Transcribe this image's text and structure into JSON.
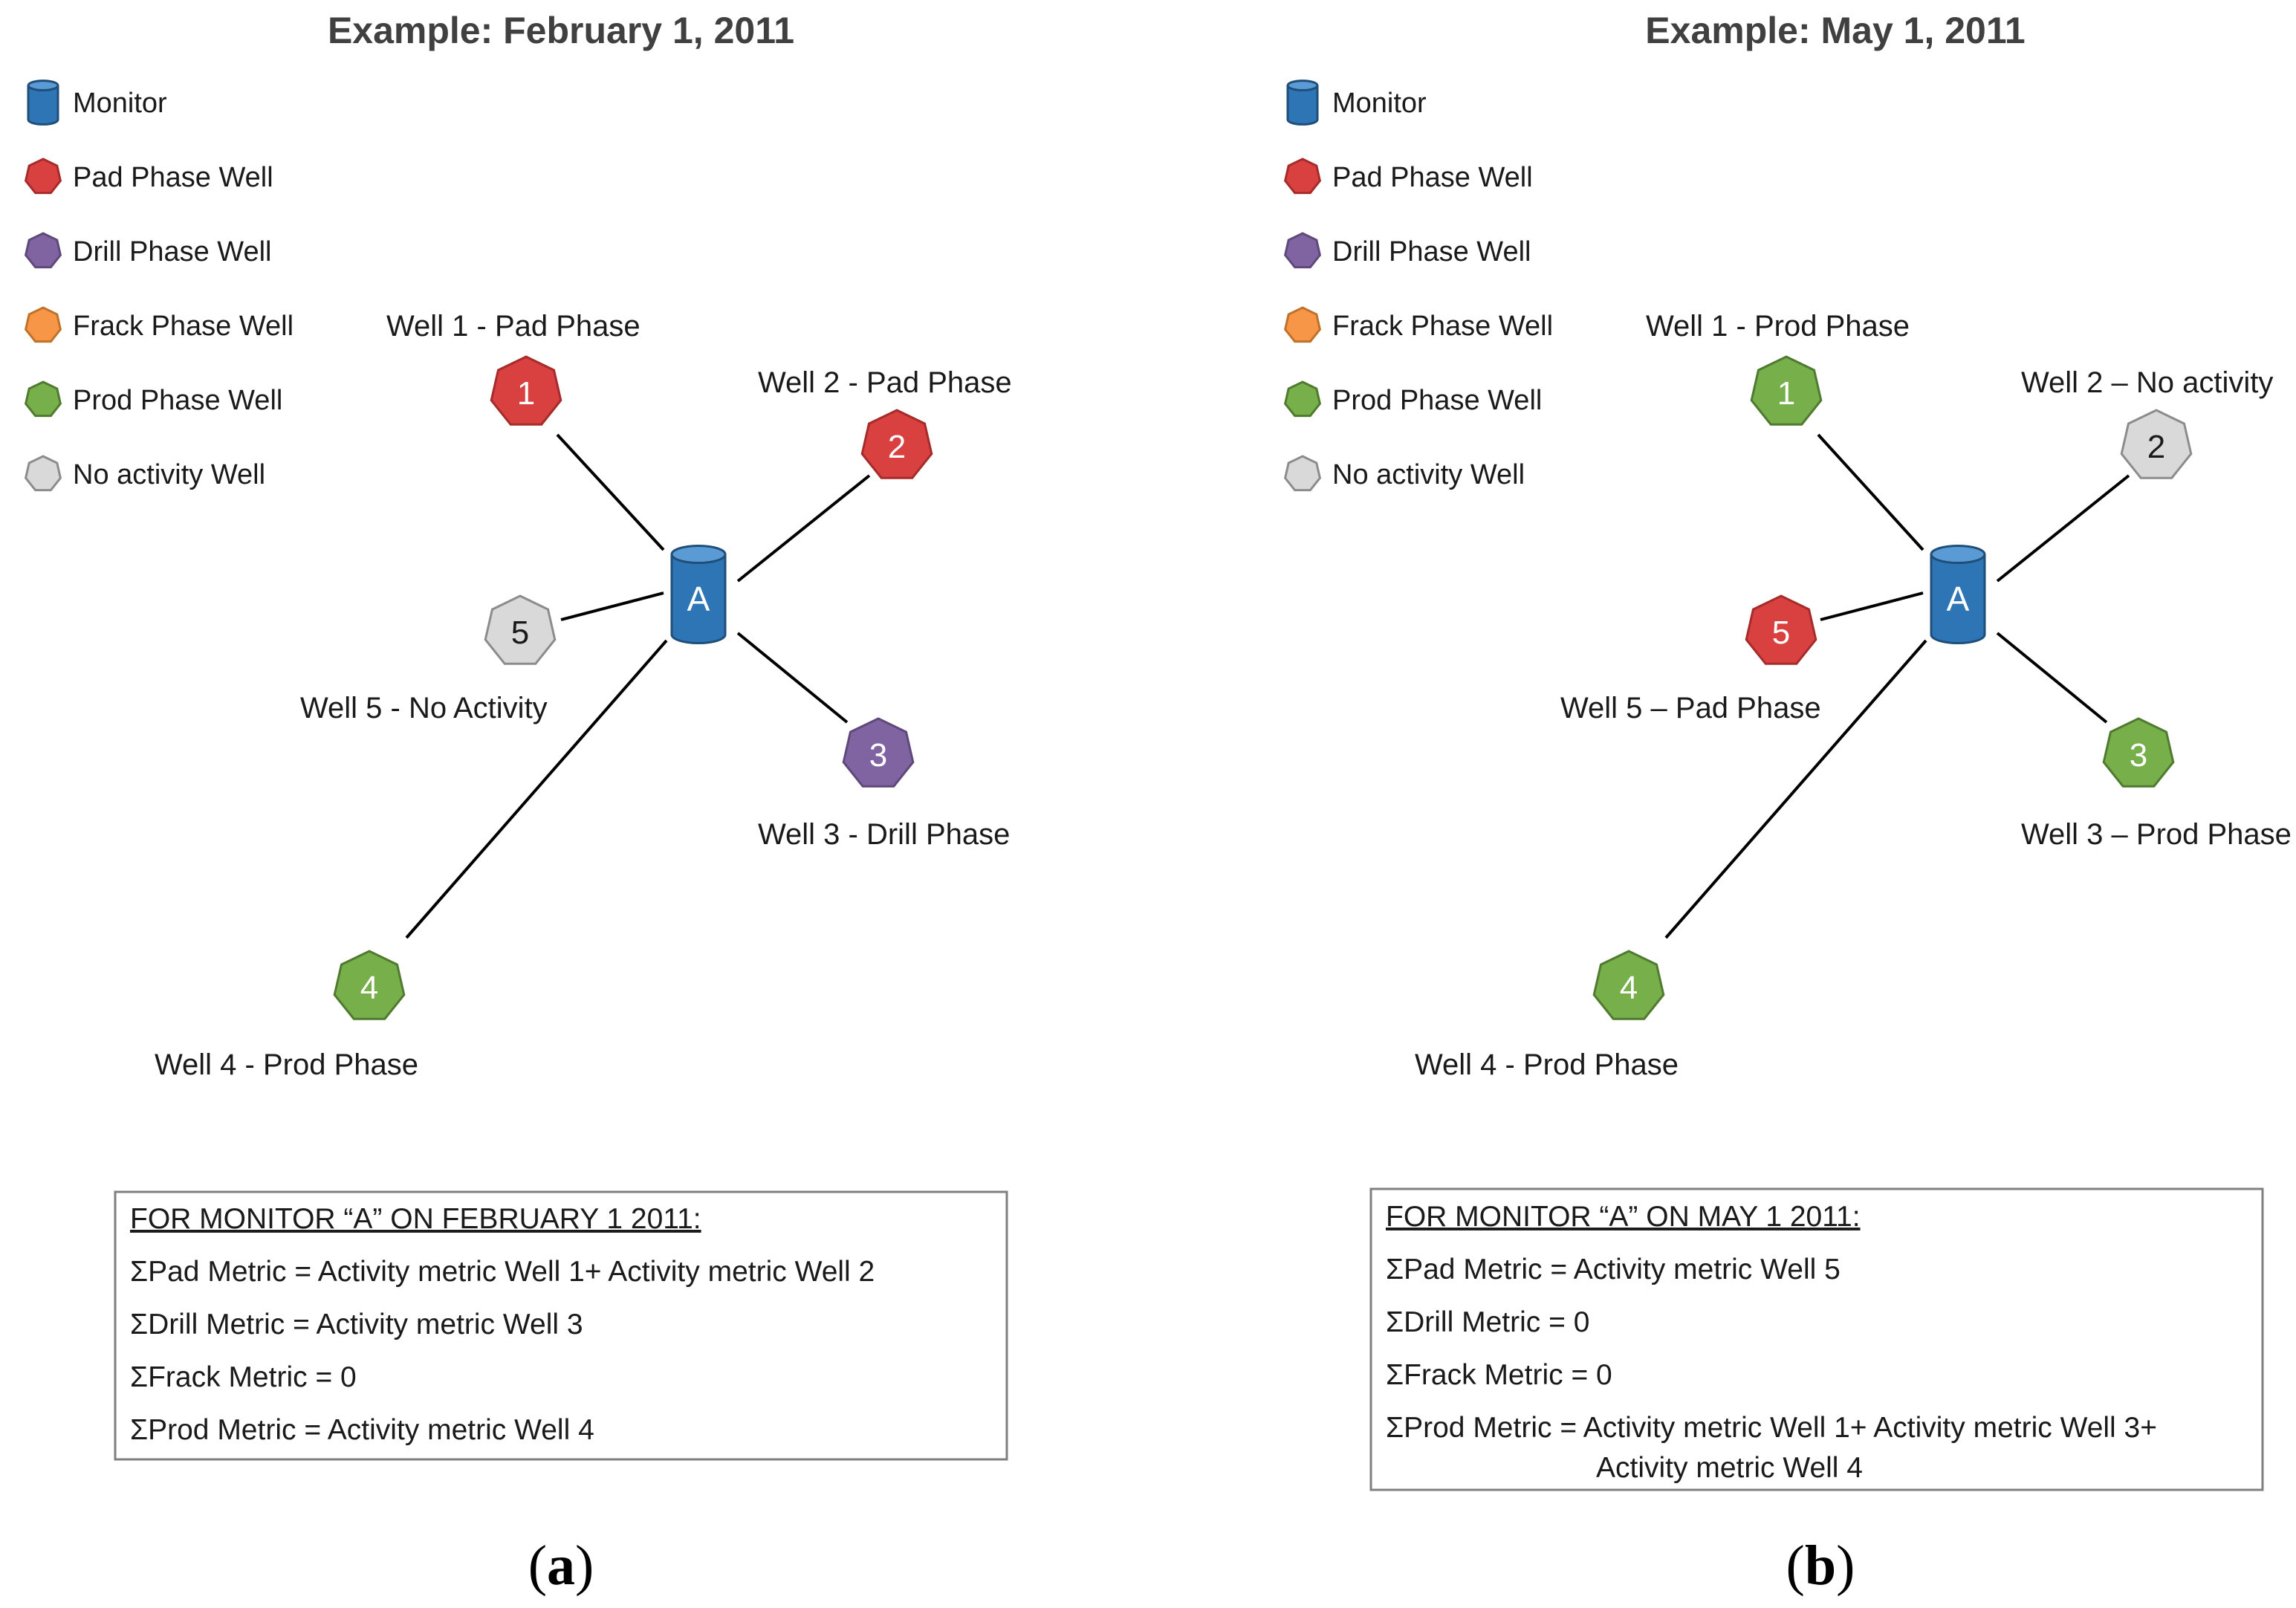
{
  "categories": {
    "monitor": {
      "color": "#2e75b6",
      "stroke": "#1f4e79",
      "icon": "cylinder-icon"
    },
    "pad": {
      "color": "#d94040",
      "stroke": "#a62b2b",
      "icon": "heptagon-icon"
    },
    "drill": {
      "color": "#8064a2",
      "stroke": "#5f497a",
      "icon": "heptagon-icon"
    },
    "frack": {
      "color": "#f79646",
      "stroke": "#c0712a",
      "icon": "heptagon-icon"
    },
    "prod": {
      "color": "#77b04a",
      "stroke": "#4f7a2f",
      "icon": "heptagon-icon"
    },
    "none": {
      "color": "#d9d9d9",
      "stroke": "#8c8c8c",
      "icon": "heptagon-icon"
    }
  },
  "panels": [
    {
      "id": "a",
      "title": "Example:  February 1, 2011",
      "caption_open": "(",
      "caption_letter": "a",
      "caption_close": ")",
      "legend": [
        {
          "category": "monitor",
          "label": "Monitor"
        },
        {
          "category": "pad",
          "label": "Pad Phase Well"
        },
        {
          "category": "drill",
          "label": "Drill Phase Well"
        },
        {
          "category": "frack",
          "label": "Frack Phase Well"
        },
        {
          "category": "prod",
          "label": "Prod Phase Well"
        },
        {
          "category": "none",
          "label": "No activity Well"
        }
      ],
      "monitor": {
        "letter": "A"
      },
      "wells": [
        {
          "number": "1",
          "category": "pad",
          "label": "Well 1 - Pad Phase"
        },
        {
          "number": "2",
          "category": "pad",
          "label": "Well 2 - Pad Phase"
        },
        {
          "number": "3",
          "category": "drill",
          "label": "Well 3 - Drill Phase"
        },
        {
          "number": "4",
          "category": "prod",
          "label": "Well 4 - Prod Phase"
        },
        {
          "number": "5",
          "category": "none",
          "label": "Well 5 - No Activity"
        }
      ],
      "formula_lines": [
        "FOR MONITOR “A” ON FEBRUARY 1 2011:",
        "ΣPad Metric = Activity metric Well 1+ Activity metric Well 2",
        "ΣDrill Metric = Activity metric Well 3",
        "ΣFrack Metric = 0",
        "ΣProd Metric = Activity metric Well 4"
      ]
    },
    {
      "id": "b",
      "title": "Example:  May 1, 2011",
      "caption_open": "(",
      "caption_letter": "b",
      "caption_close": ")",
      "legend": [
        {
          "category": "monitor",
          "label": "Monitor"
        },
        {
          "category": "pad",
          "label": "Pad Phase Well"
        },
        {
          "category": "drill",
          "label": "Drill Phase Well"
        },
        {
          "category": "frack",
          "label": "Frack Phase Well"
        },
        {
          "category": "prod",
          "label": "Prod Phase Well"
        },
        {
          "category": "none",
          "label": "No activity Well"
        }
      ],
      "monitor": {
        "letter": "A"
      },
      "wells": [
        {
          "number": "1",
          "category": "prod",
          "label": "Well 1 - Prod Phase"
        },
        {
          "number": "2",
          "category": "none",
          "label": "Well 2 – No activity"
        },
        {
          "number": "3",
          "category": "prod",
          "label": "Well 3 – Prod Phase"
        },
        {
          "number": "4",
          "category": "prod",
          "label": "Well 4 - Prod Phase"
        },
        {
          "number": "5",
          "category": "pad",
          "label": "Well 5 – Pad Phase"
        }
      ],
      "formula_lines": [
        "FOR MONITOR “A” ON MAY 1 2011:",
        "ΣPad Metric = Activity metric Well 5",
        "ΣDrill Metric = 0",
        "ΣFrack Metric = 0",
        "ΣProd Metric = Activity metric Well 1+ Activity metric Well  3+",
        "Activity metric Well 4"
      ]
    }
  ]
}
